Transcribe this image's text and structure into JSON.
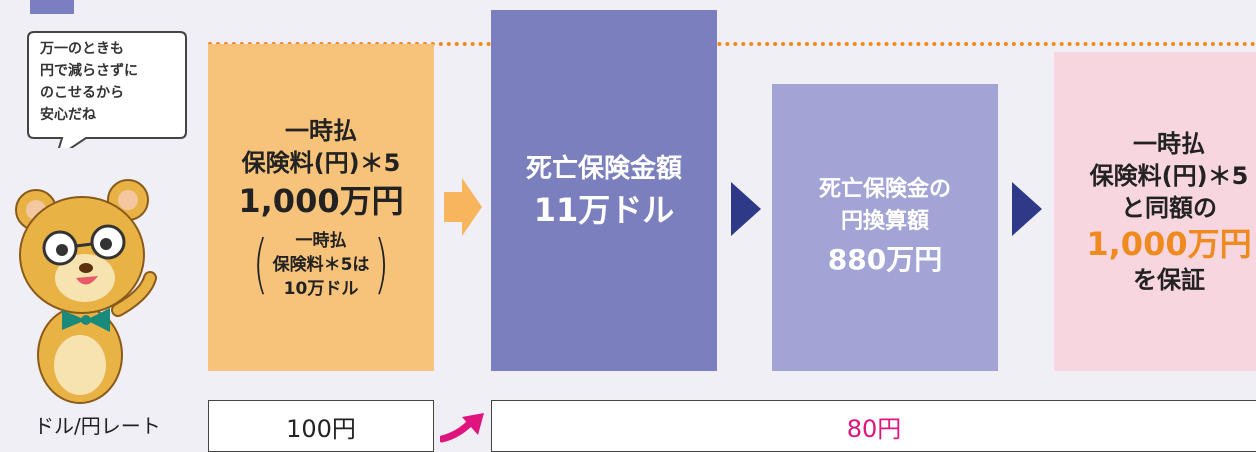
{
  "speech_bubble": {
    "text": "万一のときも\n円で減らさずに\nのこせるから\n安心だね"
  },
  "box_premium": {
    "line1": "一時払",
    "line2": "保険料(円)＊5",
    "amount": "1,000万円",
    "note_line1": "一時払",
    "note_line2": "保険料＊5は",
    "note_line3": "10万ドル"
  },
  "box_death_benefit": {
    "line1": "死亡保険金額",
    "amount": "11万ドル"
  },
  "box_yen_converted": {
    "line1": "死亡保険金の",
    "line2": "円換算額",
    "amount": "880万円"
  },
  "box_guarantee": {
    "line1": "一時払",
    "line2": "保険料(円)＊5",
    "line3": "と同額の",
    "amount": "1,000万円",
    "line4": "を保証"
  },
  "rate_row": {
    "label": "ドル/円レート",
    "value_initial": "100円",
    "value_later": "80円"
  },
  "colors": {
    "orange_box": "#f7c37a",
    "purple_box": "#7b7fbe",
    "lavender_box": "#a3a4d6",
    "pink_box": "#f8d6e0",
    "accent_orange": "#ef8a1e",
    "accent_magenta": "#e0147d",
    "navy_arrow": "#2e3a87"
  }
}
